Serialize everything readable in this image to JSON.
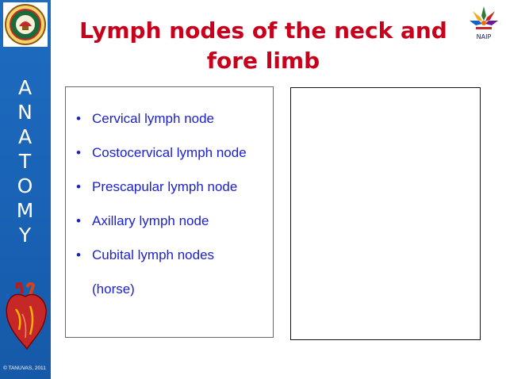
{
  "slide": {
    "title": "Lymph nodes of the neck and fore limb",
    "bullets": [
      "Cervical lymph node",
      "Costocervical lymph node",
      "Prescapular lymph node",
      "Axillary lymph node",
      "Cubital lymph nodes (horse)"
    ]
  },
  "sidebar": {
    "letters": [
      "A",
      "N",
      "A",
      "T",
      "O",
      "M",
      "Y"
    ],
    "copyright": "© TANUVAS, 2011"
  },
  "logos": {
    "right_text": "NAIP"
  },
  "colors": {
    "sidebar": "#1a63b6",
    "title": "#c8001c",
    "bullet_text": "#1a1fd0"
  }
}
